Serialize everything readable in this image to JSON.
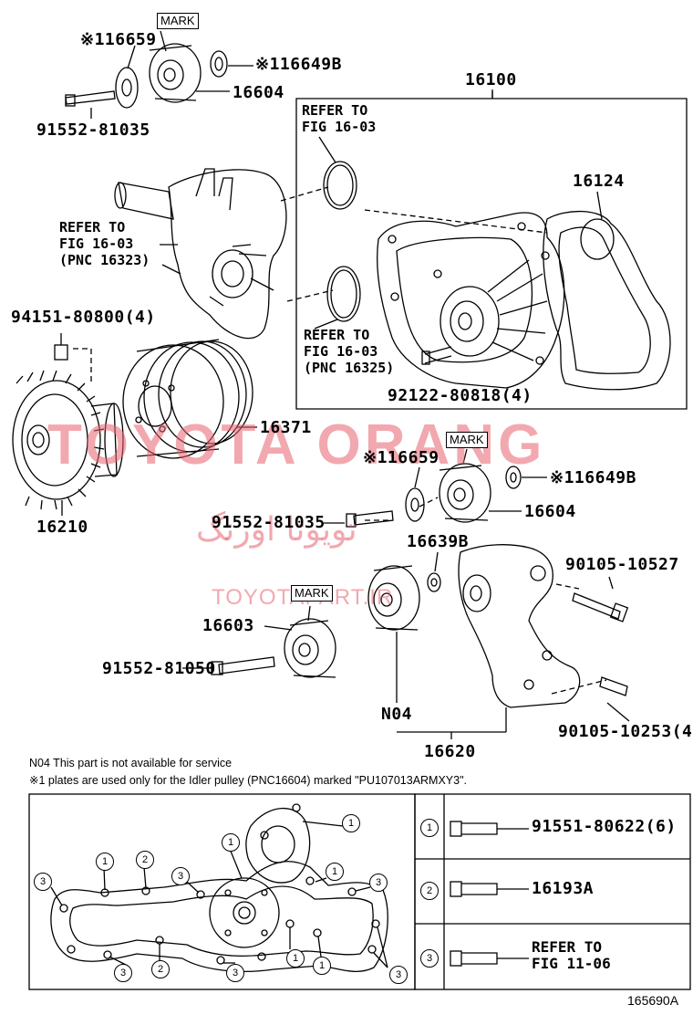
{
  "watermark": {
    "main": "TOYOTA ORANG",
    "persian": "تویوتا اورنگ",
    "url": "TOYOTAPART.IR"
  },
  "mark_label": "MARK",
  "parts": {
    "p16659_top": "※116659",
    "p16649b_top": "※116649B",
    "p16604_top": "16604",
    "p91552_81035_top": "91552-81035",
    "p16100": "16100",
    "p16124": "16124",
    "p94151": "94151-80800(4)",
    "p16371": "16371",
    "p16210": "16210",
    "p92122": "92122-80818(4)",
    "p16659_mid": "※116659",
    "p16649b_mid": "※116649B",
    "p16604_mid": "16604",
    "p91552_81035_mid": "91552-81035",
    "p16639b": "16639B",
    "p90105_10527": "90105-10527",
    "p16603": "16603",
    "p91552_81050": "91552-81050",
    "n04": "N04",
    "p16620": "16620",
    "p90105_10253": "90105-10253(4)"
  },
  "refs": {
    "ref_fig16_03_a": "REFER TO\nFIG 16-03",
    "ref_fig16_03_b": "REFER TO\nFIG 16-03\n(PNC 16323)",
    "ref_fig16_03_c": "REFER TO\nFIG 16-03\n(PNC 16325)"
  },
  "notes": {
    "n04_note": "N04  This part is not available for service",
    "plate_note": "※1 plates are used only for the Idler pulley (PNC16604) marked \"PU107013ARMXY3\"."
  },
  "legend": {
    "rows": [
      {
        "num": "1",
        "part": "91551-80622(6)"
      },
      {
        "num": "2",
        "part": "16193A"
      },
      {
        "num": "3",
        "part": "REFER TO\nFIG 11-06"
      }
    ]
  },
  "bottom_callouts": [
    "1",
    "2",
    "3"
  ],
  "catalog_number": "165690A"
}
